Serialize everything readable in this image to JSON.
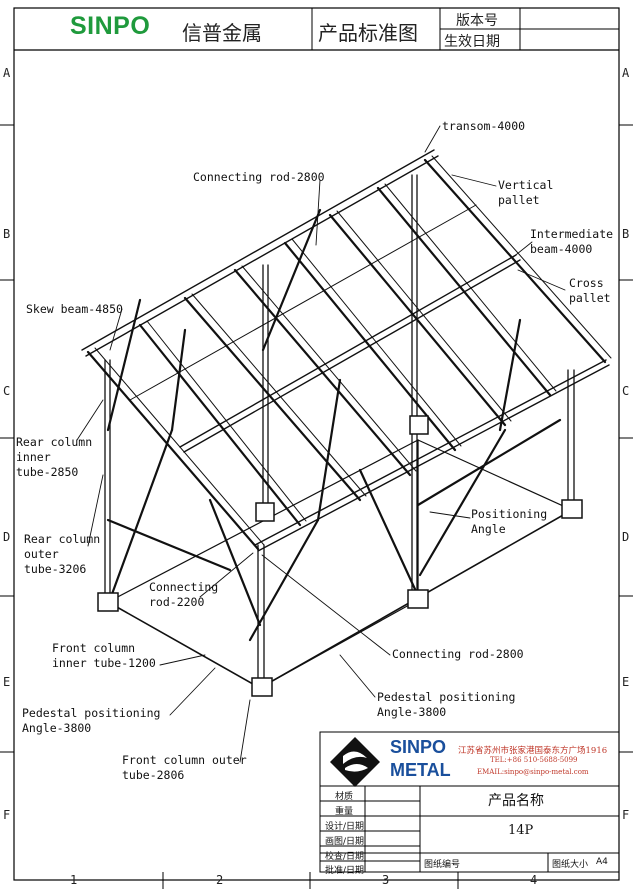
{
  "header": {
    "brand": "SINPO",
    "brand_cn": "信普金属",
    "drawing_title": "产品标准图",
    "version_label": "版本号",
    "effective_date_label": "生效日期"
  },
  "zones": {
    "rows": [
      "A",
      "B",
      "C",
      "D",
      "E",
      "F"
    ],
    "columns": [
      "1",
      "2",
      "3",
      "4"
    ]
  },
  "labels": {
    "transom": "transom-4000",
    "connecting_rod_top": "Connecting rod-2800",
    "vertical_pallet": [
      "Vertical",
      "pallet"
    ],
    "intermediate_beam": [
      "Intermediate",
      "beam-4000"
    ],
    "cross_pallet": [
      "Cross",
      "pallet"
    ],
    "skew_beam": "Skew beam-4850",
    "rear_column_inner": [
      "Rear column",
      "inner",
      "tube-2850"
    ],
    "positioning_angle": [
      "Positioning",
      "Angle"
    ],
    "rear_column_outer": [
      "Rear column",
      "outer",
      "tube-3206"
    ],
    "connecting_rod_2200": [
      "Connecting",
      "rod-2200"
    ],
    "front_column_inner": [
      "Front column",
      "inner tube-1200"
    ],
    "connecting_rod_bottom": "Connecting rod-2800",
    "pedestal_right": [
      "Pedestal positioning",
      "Angle-3800"
    ],
    "pedestal_left": [
      "Pedestal positioning",
      "Angle-3800"
    ],
    "front_column_outer": [
      "Front column outer",
      "tube-2806"
    ]
  },
  "title_block": {
    "company_line1": "SINPO",
    "company_line2": "METAL",
    "address": "江苏省苏州市张家港国泰东方广场1916",
    "tel": "TEL:+86 510-5688-5099",
    "email": "EMAIL:sinpo@sinpo-metal.com",
    "rows": [
      "材质",
      "重量",
      "设计/日期",
      "画图/日期",
      "校查/日期",
      "批准/日期"
    ],
    "product_name_label": "产品名称",
    "product_name": "14P",
    "drawing_number_label": "图纸编号",
    "sheet_size_label": "图纸大小",
    "sheet_size": "A4"
  },
  "colors": {
    "brand_green": "#1f9a3c",
    "brand_blue": "#1a4f9c",
    "address_red": "#c0392b"
  }
}
